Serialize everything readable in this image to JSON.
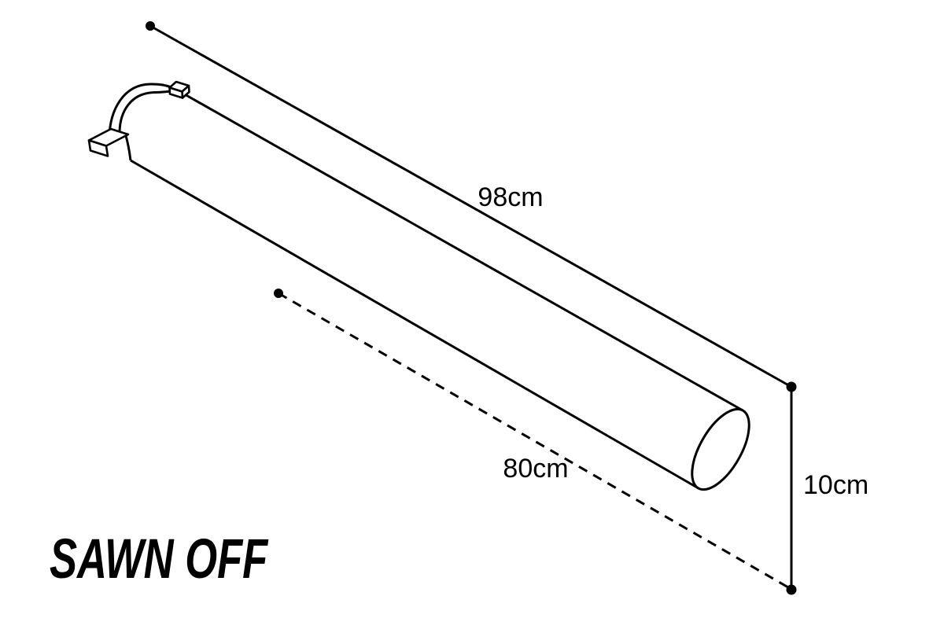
{
  "caption": "SAWN OFF",
  "measurements": {
    "total_length": "98cm",
    "lower_length": "80cm",
    "side_height": "10cm"
  },
  "colors": {
    "ink": "#000000",
    "paper": "#ffffff"
  }
}
